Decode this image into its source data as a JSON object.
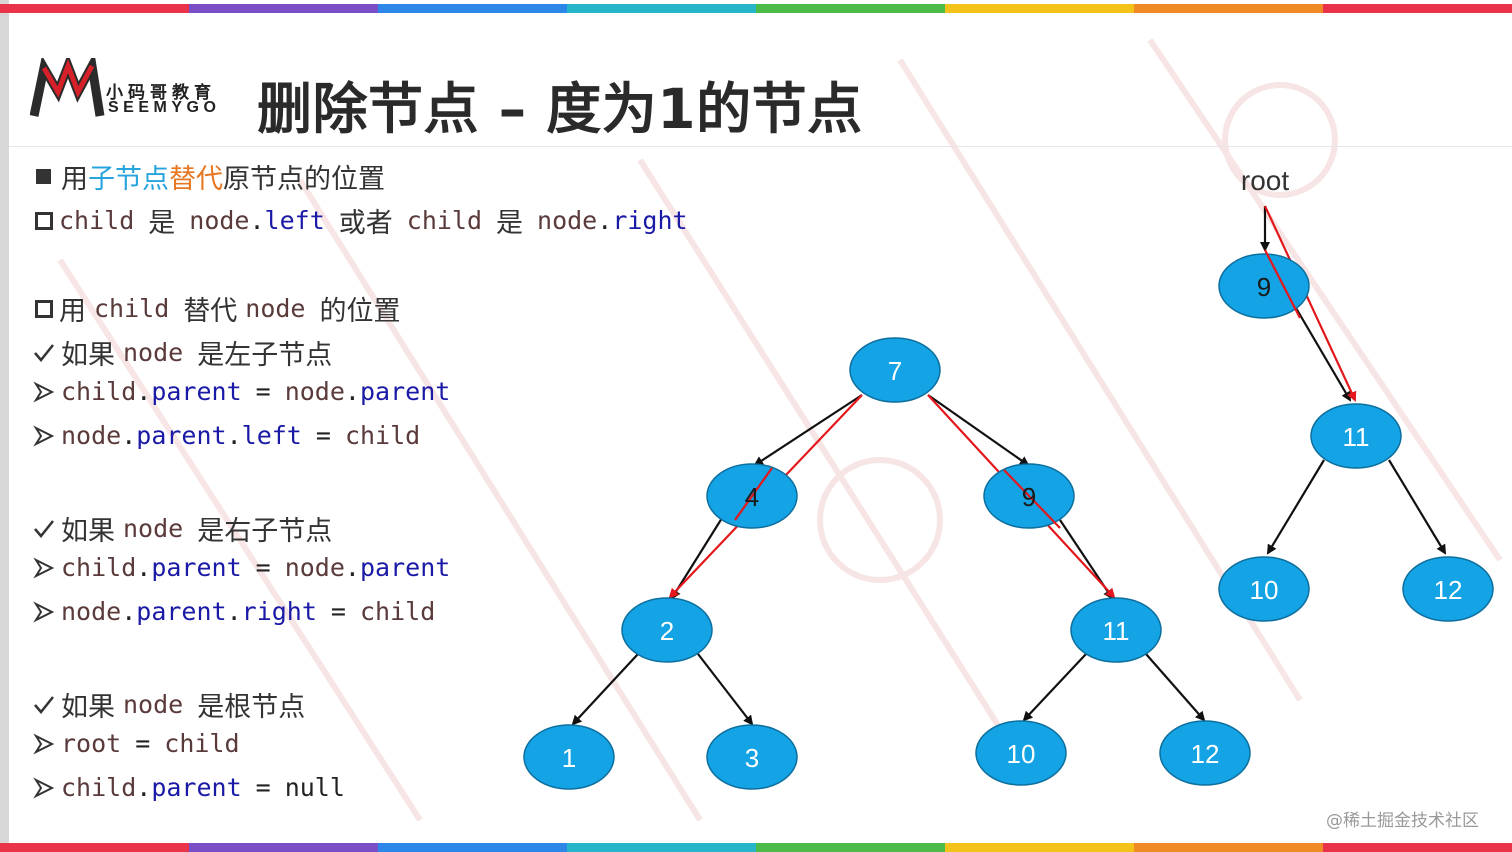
{
  "header": {
    "logo_cn": "小码哥教育",
    "logo_en": "SEEMYGO",
    "title": "删除节点 – 度为1的节点"
  },
  "content": {
    "line1": {
      "pre": "用",
      "blue": "子节点",
      "orange": "替代",
      "post": "原节点的位置"
    },
    "line2": {
      "child1": "child",
      "is1": "是",
      "node1": "node",
      "dot1": ".",
      "left": "left",
      "or": "或者",
      "child2": "child",
      "is2": "是",
      "node2": "node",
      "dot2": ".",
      "right": "right"
    },
    "line3": {
      "yong": "用",
      "child": "child",
      "tidai": "替代",
      "node": "node",
      "weizhi": "的位置"
    },
    "case_left": {
      "heading": {
        "pre": "如果",
        "node": "node",
        "post": "是左子节点"
      },
      "code1": {
        "a": "child",
        "dot": ".",
        "b": "parent",
        "eq": "=",
        "c": "node",
        "dot2": ".",
        "d": "parent"
      },
      "code2": {
        "a": "node",
        "dot": ".",
        "b": "parent",
        "dot2": ".",
        "c": "left",
        "eq": "=",
        "d": "child"
      }
    },
    "case_right": {
      "heading": {
        "pre": "如果",
        "node": "node",
        "post": "是右子节点"
      },
      "code1": {
        "a": "child",
        "dot": ".",
        "b": "parent",
        "eq": "=",
        "c": "node",
        "dot2": ".",
        "d": "parent"
      },
      "code2": {
        "a": "node",
        "dot": ".",
        "b": "parent",
        "dot2": ".",
        "c": "right",
        "eq": "=",
        "d": "child"
      }
    },
    "case_root": {
      "heading": {
        "pre": "如果",
        "node": "node",
        "post": "是根节点"
      },
      "code1": {
        "a": "root",
        "eq": "=",
        "b": "child"
      },
      "code2": {
        "a": "child",
        "dot": ".",
        "b": "parent",
        "eq": "=",
        "c": "null"
      }
    }
  },
  "diagram": {
    "colors": {
      "node_fill": "#14a3e4",
      "node_stroke": "#0d6f9e",
      "edge": "#111111",
      "highlight": "#e3171c"
    },
    "main_tree": {
      "nodes": [
        "7",
        "4",
        "9",
        "2",
        "11",
        "1",
        "3",
        "10",
        "12"
      ]
    },
    "result_tree": {
      "root_label": "root",
      "nodes": [
        "9",
        "11",
        "10",
        "12"
      ]
    }
  },
  "footer": {
    "source": "@稀土掘金技术社区"
  }
}
